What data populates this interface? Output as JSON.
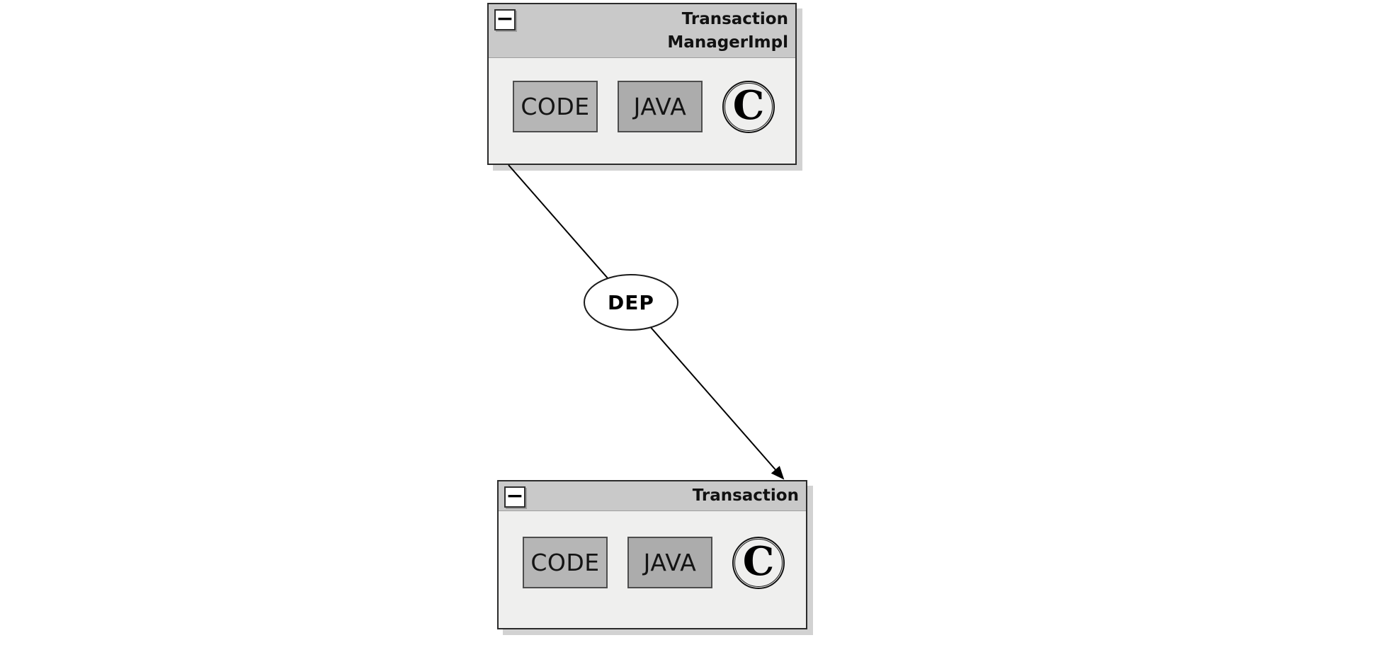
{
  "nodes": [
    {
      "title_lines": [
        "Transaction",
        "ManagerImpl"
      ],
      "badges": [
        "CODE",
        "JAVA"
      ],
      "circle_letter": "C"
    },
    {
      "title_lines": [
        "Transaction"
      ],
      "badges": [
        "CODE",
        "JAVA"
      ],
      "circle_letter": "C"
    }
  ],
  "edge": {
    "label": "DEP"
  },
  "icons": {
    "minimize": "−"
  },
  "colors": {
    "background": "#ffffff",
    "titlebar": "#c9c9c9",
    "node_body": "#efefee",
    "node_border": "#2b2b2b",
    "shadow": "#d2d2d2",
    "badge_code": "#b6b6b6",
    "badge_java": "#acacac"
  }
}
